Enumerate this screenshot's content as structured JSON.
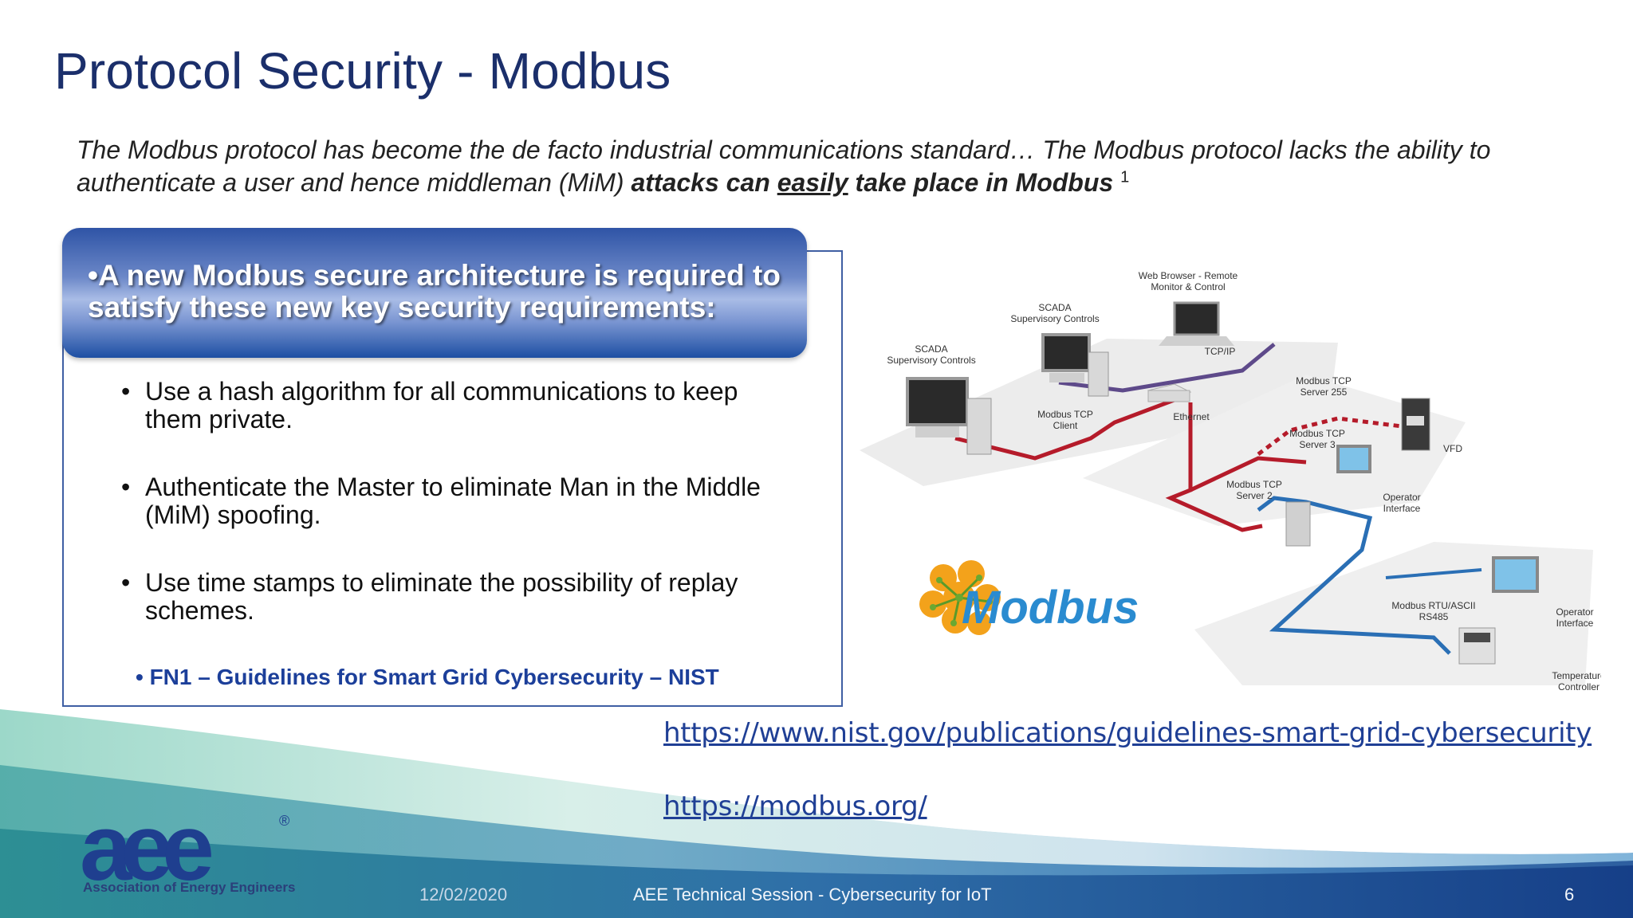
{
  "slide": {
    "title": "Protocol Security - Modbus",
    "intro": {
      "part1": "The Modbus protocol has become the de facto industrial communications standard…  The Modbus protocol lacks the ability to authenticate a user and hence middleman (MiM) ",
      "bold1": "attacks can ",
      "underlined": "easily",
      "bold2": " take place in Modbus",
      "sup": "1"
    },
    "box": {
      "header": "•A new Modbus secure architecture is required to satisfy these new key security requirements:",
      "bullets": [
        "Use a hash algorithm for all communications to keep them private.",
        "Authenticate the Master to eliminate Man in the Middle (MiM) spoofing.",
        "Use time stamps to eliminate the possibility of replay schemes."
      ],
      "bullet_symbol": "•",
      "footnote": "• FN1 – Guidelines for Smart Grid Cybersecurity – NIST"
    },
    "diagram": {
      "logo_text": "Modbus",
      "labels": {
        "scada_1": [
          "SCADA",
          "Supervisory Controls"
        ],
        "scada_2": [
          "SCADA",
          "Supervisory Controls"
        ],
        "web": [
          "Web Browser - Remote",
          "Monitor & Control"
        ],
        "tcpip": "TCP/IP",
        "client": [
          "Modbus TCP",
          "Client"
        ],
        "ethernet": "Ethernet",
        "server255": [
          "Modbus TCP",
          "Server 255"
        ],
        "server3": [
          "Modbus TCP",
          "Server 3"
        ],
        "vfd": "VFD",
        "server2": [
          "Modbus TCP",
          "Server 2"
        ],
        "operator1": [
          "Operator",
          "Interface"
        ],
        "rtu": [
          "Modbus RTU/ASCII",
          "RS485"
        ],
        "operator2": [
          "Operator",
          "Interface"
        ],
        "temp": [
          "Temperature",
          "Controller"
        ]
      }
    },
    "links": [
      "https://www.nist.gov/publications/guidelines-smart-grid-cybersecurity",
      "https://modbus.org/"
    ],
    "logo": {
      "text": "aee",
      "registered": "®",
      "caption": "Association of Energy Engineers"
    },
    "footer": {
      "date": "12/02/2020",
      "center": "AEE Technical Session - Cybersecurity for IoT",
      "page": "6"
    }
  },
  "colors": {
    "title": "#1b2f6b",
    "link": "#1f3f95",
    "box_border": "#3f5fa3",
    "line_red": "#b51b2a",
    "line_blue": "#2a6fb5",
    "line_purple": "#5e4a8a",
    "modbus_blue": "#2a8bd0",
    "modbus_orange": "#f3a21b"
  }
}
